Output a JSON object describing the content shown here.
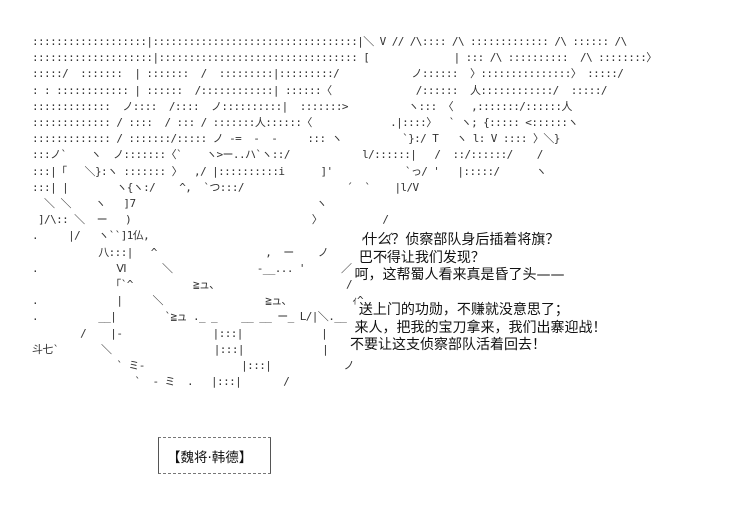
{
  "ascii_art": {
    "lines": [
      ":::::::::::::::::::|::::::::::::::::::::::::::::::::::|＼ V // /\\:::: /\\ ::::::::::::: /\\ :::::: /\\",
      "::::::::::::::::::::|::::::::::::::::::::::::::::::::: [              | ::: /\\ ::::::::::  /\\ ::::::::〉",
      ":::::/  :::::::  | :::::::  /  :::::::::|:::::::::/            ノ::::::  〉:::::::::::::::〉 :::::/",
      ": : :::::::::::: | ::::::  /::::::::::::| ::::::〈              /::::::  人::::::::::::/  :::::/",
      ":::::::::::::  ノ::::  /::::  ノ::::::::::|  :::::::>          ヽ::: 〈   ,:::::::/::::::人",
      "::::::::::::: / ::::  / ::: / :::::::人::::::〈             .|::::〉  ` ヽ; {::::: <::::::ヽ",
      "::::::::::::: / :::::::/::::: ノ -=  -  -     ::: ヽ          `}:/ T   ヽ l: V :::: 〉＼}",
      ":::ノ`    ヽ  ノ:::::::〈`    ヽ>ー..ハ`ヽ::/            l/::::::|   /  ::/::::::/    /",
      ":::|「   ＼}:ヽ ::::::: 〉  ,/ |::::::::::i      ]'            `っ/ '   |:::::/      ヽ",
      ":::| |        ヽ{ヽ:/    ^,  `つ:::/                 ´  `    |l/V",
      "  ＼ ＼    ヽ   ]7                              ヽ",
      " ]/\\:: ＼  ー   )                              〉          /",
      ".     |/   ヽ``]1仏,                                   ,   ィ",
      "           八:::|   ^                  ,  ー    ノ         ,",
      ".             Ⅵ      ＼              -__... '      ／",
      "             「`^          ≧ュ、                     /",
      ".             |     ＼                 ≧ュ、          ｨ^",
      ".          __|        `≧ュ ._ _    __ __ ー_ L/|＼.__",
      "        /    |-               |:::|             |",
      "斗七`       ＼                 |:::|             |",
      "              ` ミ-                |:::|            ノ",
      "                 `  - ミ  .   |:::|       /"
    ]
  },
  "dialog": {
    "lines": [
      "   什么？侦察部队身后插着将旗？",
      "  巴不得让我们发现？",
      " 呵，这帮蜀人看来真是昏了头——",
      "",
      "  送上门的功勋，不赚就没意思了；",
      " 来人，把我的宝刀拿来，我们出寨迎战！",
      "不要让这支侦察部队活着回去！"
    ]
  },
  "nameplate": {
    "label": "【魏将·韩德】"
  }
}
